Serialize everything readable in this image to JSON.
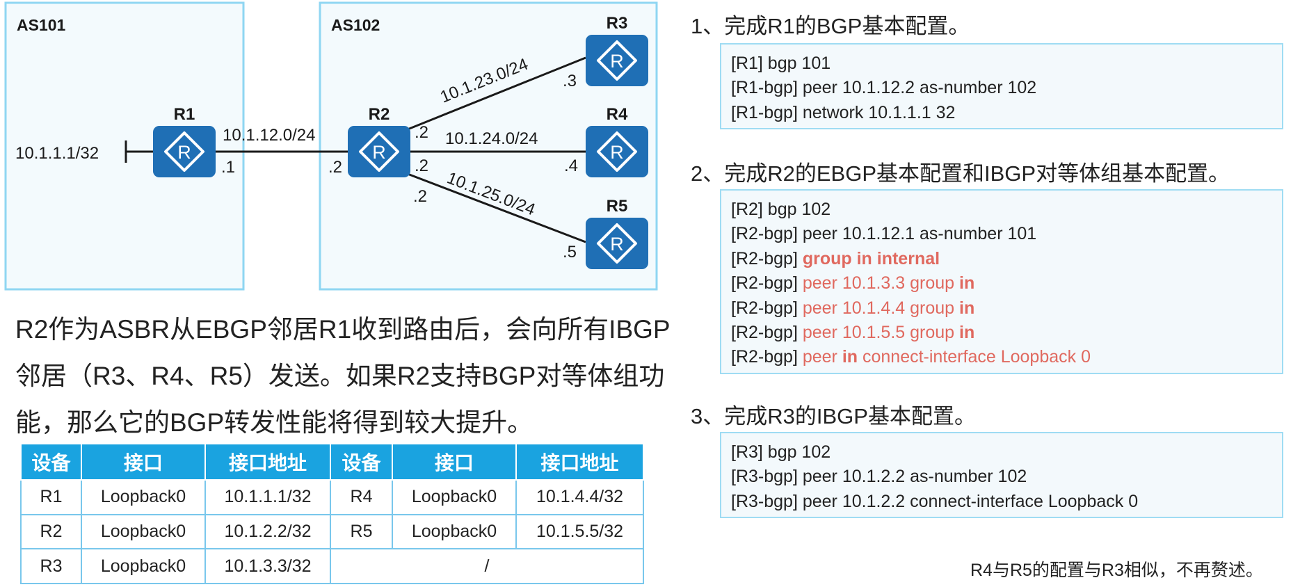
{
  "topology": {
    "as_left": "AS101",
    "as_right": "AS102",
    "loopback_label": "10.1.1.1/32",
    "routers": [
      {
        "name": "R1",
        "icon": "router-icon"
      },
      {
        "name": "R2",
        "icon": "router-icon"
      },
      {
        "name": "R3",
        "icon": "router-icon"
      },
      {
        "name": "R4",
        "icon": "router-icon"
      },
      {
        "name": "R5",
        "icon": "router-icon"
      }
    ],
    "links": [
      {
        "subnet": "10.1.12.0/24",
        "end_a": ".1",
        "end_b": ".2"
      },
      {
        "subnet": "10.1.23.0/24",
        "end_a": ".2",
        "end_b": ".3"
      },
      {
        "subnet": "10.1.24.0/24",
        "end_a": ".2",
        "end_b": ".4"
      },
      {
        "subnet": "10.1.25.0/24",
        "end_a": ".2",
        "end_b": ".5"
      }
    ],
    "colors": {
      "as_border": "#8fd6f2",
      "as_fill": "#f3fafd",
      "router": "#1f6fb5",
      "link": "#1a1a1a"
    }
  },
  "description": [
    "R2作为ASBR从EBGP邻居R1收到路由后，会向所有IBGP",
    "邻居（R3、R4、R5）发送。如果R2支持BGP对等体组功",
    "能，那么它的BGP转发性能将得到较大提升。"
  ],
  "table": {
    "headers": [
      "设备",
      "接口",
      "接口地址",
      "设备",
      "接口",
      "接口地址"
    ],
    "rows": [
      [
        "R1",
        "Loopback0",
        "10.1.1.1/32",
        "R4",
        "Loopback0",
        "10.1.4.4/32"
      ],
      [
        "R2",
        "Loopback0",
        "10.1.2.2/32",
        "R5",
        "Loopback0",
        "10.1.5.5/32"
      ],
      [
        "R3",
        "Loopback0",
        "10.1.3.3/32",
        "/"
      ]
    ],
    "header_color": "#1aa3e0"
  },
  "steps": [
    {
      "title": "1、完成R1的BGP基本配置。",
      "lines": [
        "[R1] bgp 101",
        "[R1-bgp] peer 10.1.12.2 as-number 102",
        "[R1-bgp] network 10.1.1.1 32"
      ]
    },
    {
      "title": "2、完成R2的EBGP基本配置和IBGP对等体组基本配置。",
      "lines": [
        "[R2] bgp 102",
        "[R2-bgp] peer 10.1.12.1 as-number 101"
      ],
      "highlight_lines": [
        {
          "prefix": "[R2-bgp]",
          "parts": [
            {
              "text": "group in internal",
              "bold": true
            }
          ]
        },
        {
          "prefix": "[R2-bgp]",
          "parts": [
            {
              "text": "peer 10.1.3.3 group ",
              "bold": false
            },
            {
              "text": "in",
              "bold": true
            }
          ]
        },
        {
          "prefix": "[R2-bgp]",
          "parts": [
            {
              "text": "peer 10.1.4.4 group ",
              "bold": false
            },
            {
              "text": "in",
              "bold": true
            }
          ]
        },
        {
          "prefix": "[R2-bgp]",
          "parts": [
            {
              "text": "peer 10.1.5.5 group ",
              "bold": false
            },
            {
              "text": "in",
              "bold": true
            }
          ]
        },
        {
          "prefix": "[R2-bgp]",
          "parts": [
            {
              "text": "peer ",
              "bold": false
            },
            {
              "text": "in",
              "bold": true
            },
            {
              "text": " connect-interface Loopback 0",
              "bold": false
            }
          ]
        }
      ],
      "highlight_color": "#e0695f"
    },
    {
      "title": "3、完成R3的IBGP基本配置。",
      "lines": [
        "[R3] bgp 102",
        "[R3-bgp] peer 10.1.2.2 as-number 102",
        "[R3-bgp] peer 10.1.2.2 connect-interface Loopback 0"
      ]
    }
  ],
  "footnote": "R4与R5的配置与R3相似，不再赘述。"
}
